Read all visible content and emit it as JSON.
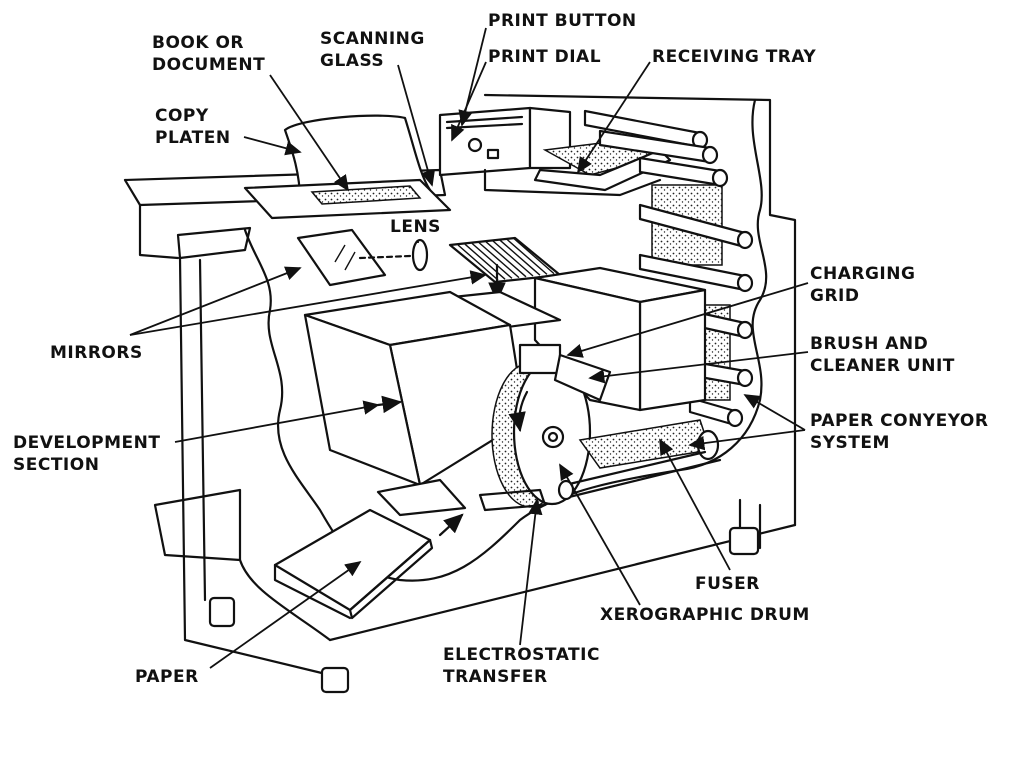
{
  "labels": {
    "print_button": [
      "PRINT BUTTON"
    ],
    "print_dial": [
      "PRINT DIAL"
    ],
    "receiving_tray": [
      "RECEIVING TRAY"
    ],
    "book_or_document": [
      "BOOK OR",
      "DOCUMENT"
    ],
    "scanning_glass": [
      "SCANNING",
      "GLASS"
    ],
    "copy_platen": [
      "COPY",
      "PLATEN"
    ],
    "lens": [
      "LENS"
    ],
    "charging_grid": [
      "CHARGING",
      "GRID"
    ],
    "brush_cleaner": [
      "BRUSH AND",
      "CLEANER UNIT"
    ],
    "mirrors": [
      "MIRRORS"
    ],
    "development_section": [
      "DEVELOPMENT",
      "SECTION"
    ],
    "paper_conveyor": [
      "PAPER CONYEYOR",
      "SYSTEM"
    ],
    "fuser": [
      "FUSER"
    ],
    "xerographic_drum": [
      "XEROGRAPHIC DRUM"
    ],
    "electrostatic_transfer": [
      "ELECTROSTATIC",
      "TRANSFER"
    ],
    "paper": [
      "PAPER"
    ]
  }
}
